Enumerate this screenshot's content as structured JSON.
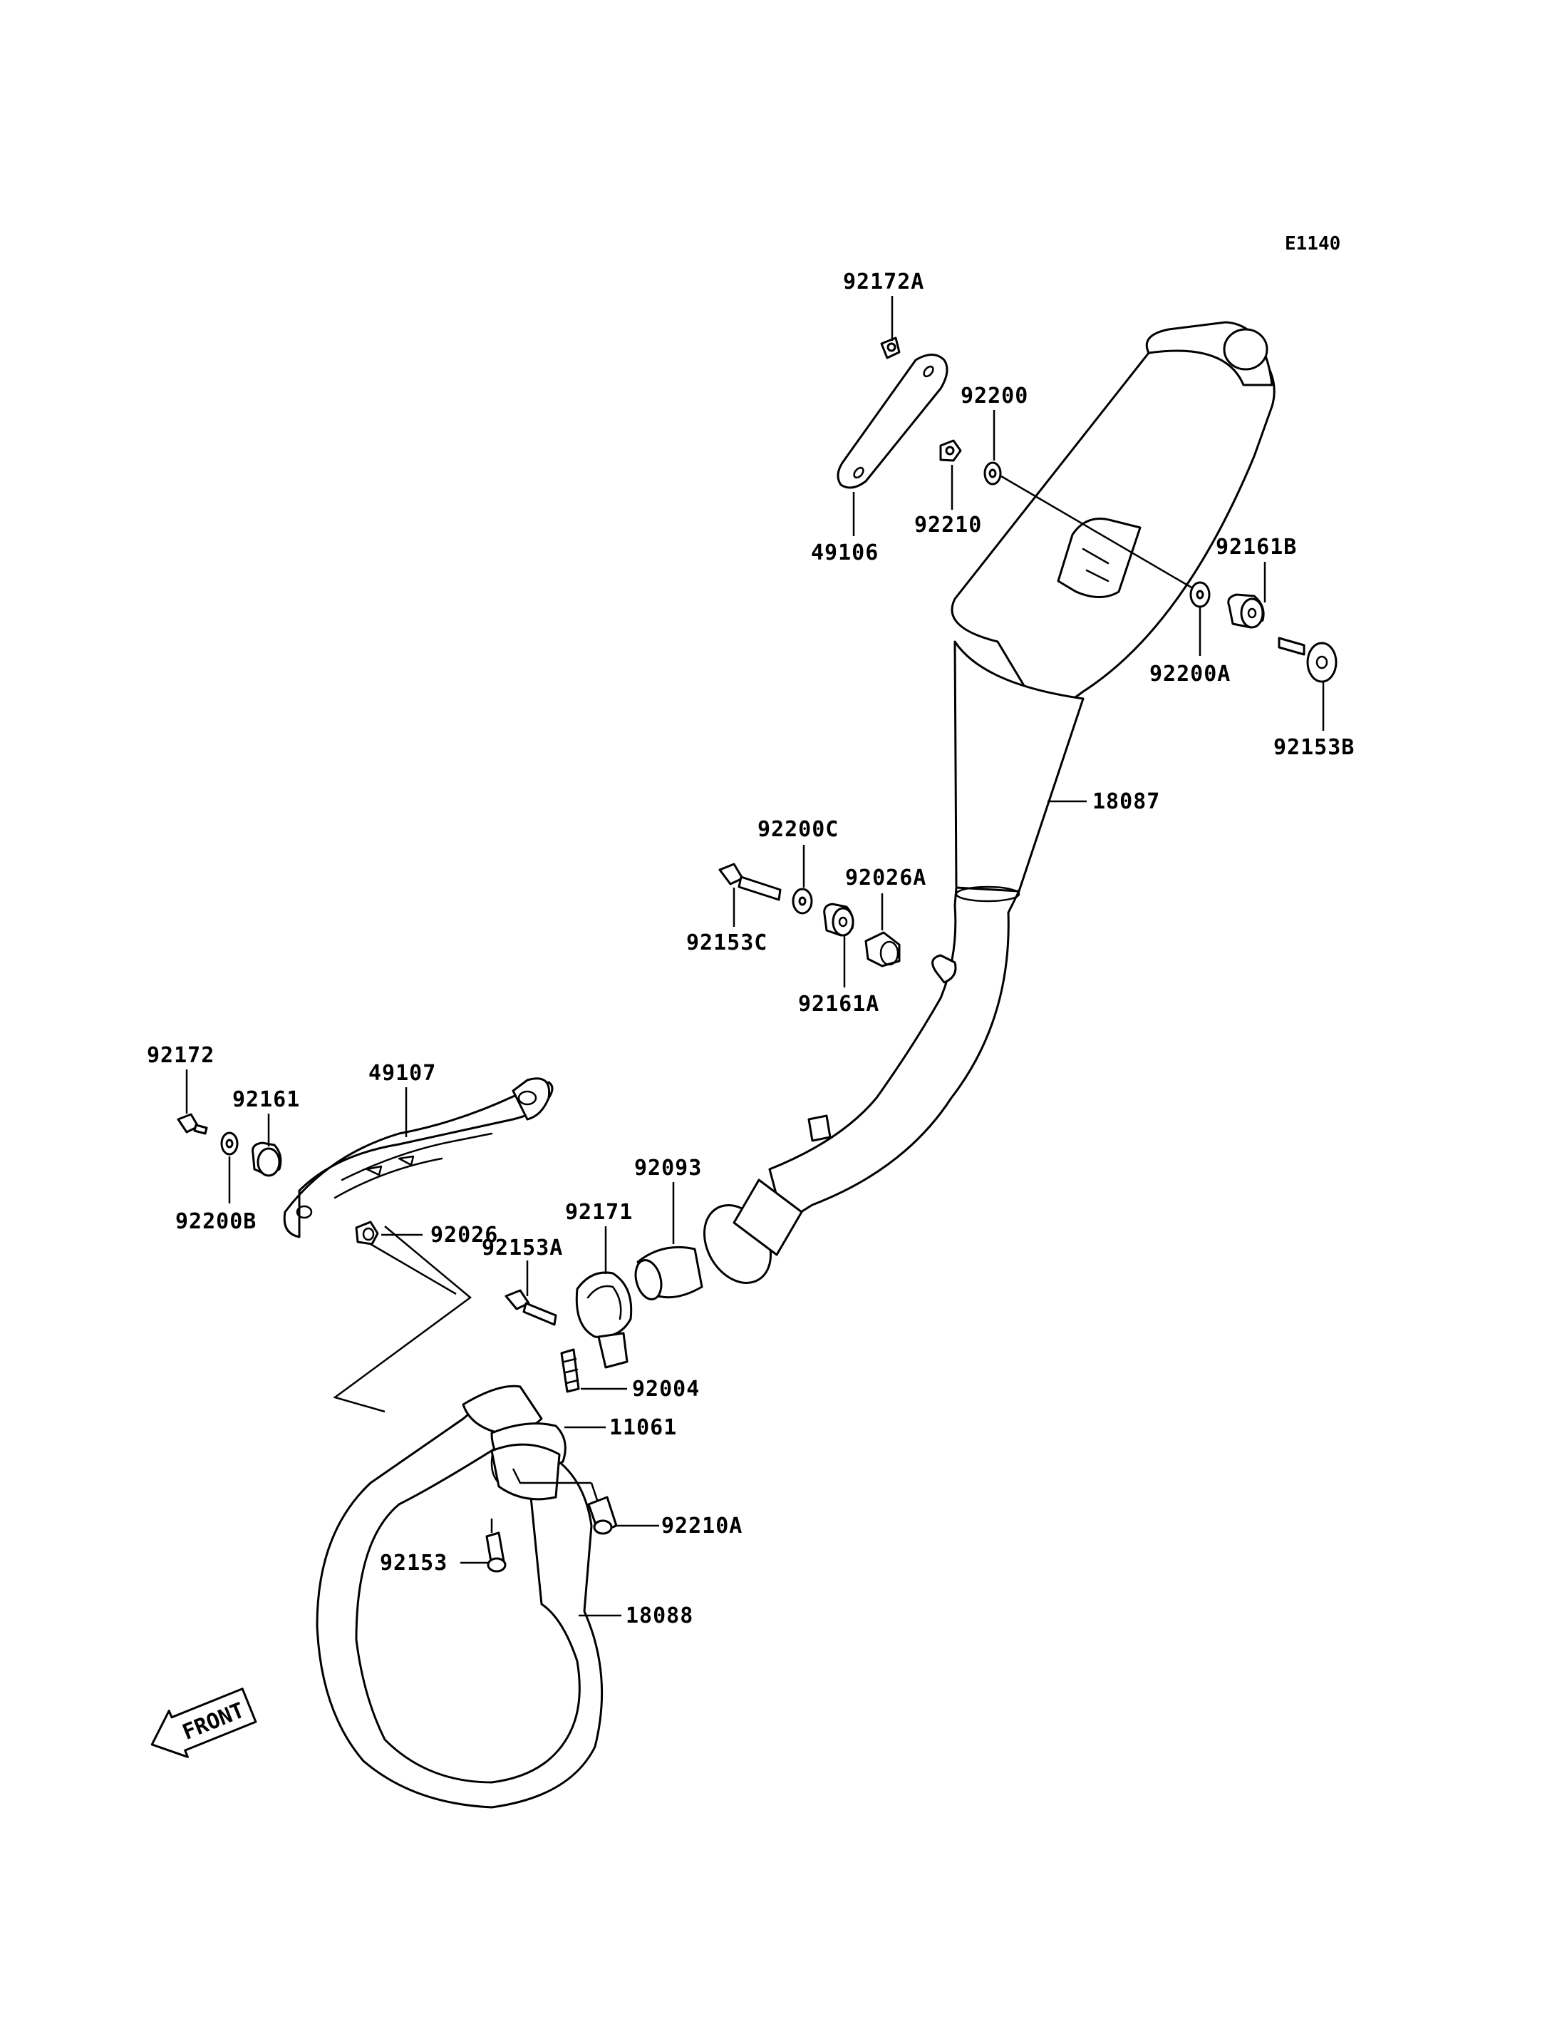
{
  "diagram_code": "E1140",
  "direction_label": "FRONT",
  "parts": {
    "p92172A": "92172A",
    "p49106": "49106",
    "p92200": "92200",
    "p92210": "92210",
    "p92161B": "92161B",
    "p92200A": "92200A",
    "p92153B": "92153B",
    "p18087": "18087",
    "p92200C": "92200C",
    "p92026A": "92026A",
    "p92153C": "92153C",
    "p92161A": "92161A",
    "p92172": "92172",
    "p92161": "92161",
    "p49107": "49107",
    "p92200B": "92200B",
    "p92026": "92026",
    "p92093": "92093",
    "p92171": "92171",
    "p92153A": "92153A",
    "p92004": "92004",
    "p11061": "11061",
    "p92210A": "92210A",
    "p92153": "92153",
    "p18088": "18088"
  }
}
